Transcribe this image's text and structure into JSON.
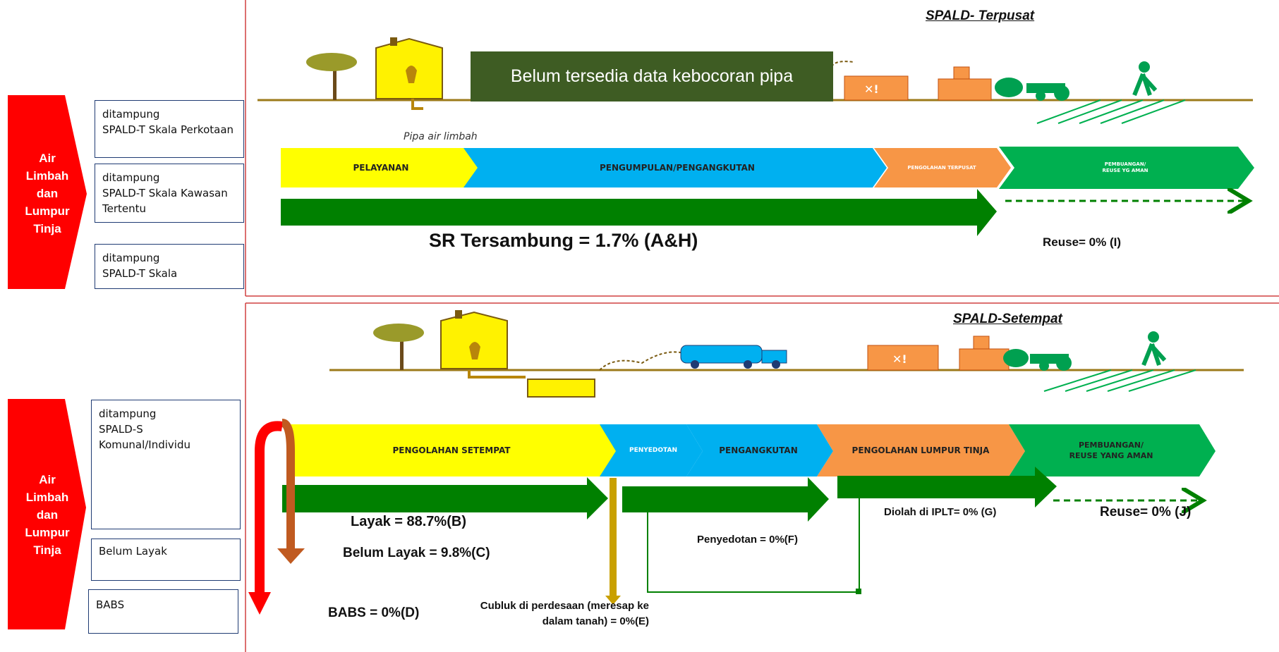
{
  "top": {
    "title": "SPALD- Terpusat",
    "banner": "Belum tersedia data kebocoran pipa",
    "pipe_label": "Pipa air limbah",
    "red_label": "Air\nLimbah\ndan\nLumpur\nTinja",
    "boxes": [
      "ditampung\nSPALD-T Skala Perkotaan",
      "ditampung\nSPALD-T Skala Kawasan\nTertentu",
      "ditampung\nSPALD-T Skala"
    ],
    "segments": [
      "PELAYANAN",
      "PENGUMPULAN/PENGANGKUTAN",
      "PENGOLAHAN TERPUSAT",
      "PEMBUANGAN/\nREUSE YG AMAN"
    ],
    "sr_text": "SR Tersambung = 1.7% (A&H)",
    "reuse_text": "Reuse= 0% (I)"
  },
  "bottom": {
    "title": "SPALD-Setempat",
    "red_label": "Air\nLimbah\ndan\nLumpur\nTinja",
    "boxes": [
      "ditampung\nSPALD-S\nKomunal/Individu",
      "Belum Layak",
      "BABS"
    ],
    "segments": [
      "PENGOLAHAN SETEMPAT",
      "PENYEDOTAN",
      "PENGANGKUTAN",
      "PENGOLAHAN LUMPUR TINJA",
      "PEMBUANGAN/\nREUSE YANG AMAN"
    ],
    "layak": "Layak = 88.7%(B)",
    "belum_layak": "Belum Layak = 9.8%(C)",
    "babs": "BABS = 0%(D)",
    "cubluk": "Cubluk di perdesaan (meresap ke\ndalam tanah) = 0%(E)",
    "penyedotan": "Penyedotan = 0%(F)",
    "diolah": "Diolah di IPLT= 0% (G)",
    "reuse": "Reuse= 0% (J)"
  },
  "colors": {
    "red": "#ff0000",
    "yellow": "#ffff00",
    "blue": "#00b0f0",
    "orange": "#f79646",
    "green": "#00b050",
    "darkgreen": "#008000",
    "banner": "#3e5c23",
    "brown": "#c0504d",
    "gold": "#c9a000"
  }
}
